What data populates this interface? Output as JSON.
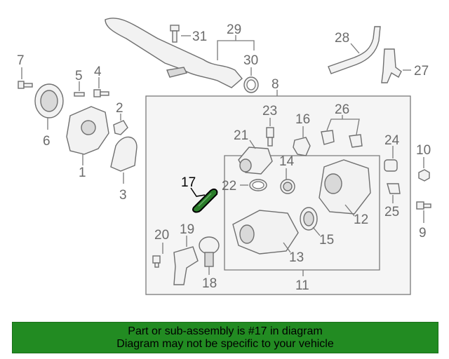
{
  "callouts": {
    "c1": "1",
    "c2": "2",
    "c3": "3",
    "c4": "4",
    "c5": "5",
    "c6": "6",
    "c7": "7",
    "c8": "8",
    "c9": "9",
    "c10": "10",
    "c11": "11",
    "c12": "12",
    "c13": "13",
    "c14": "14",
    "c15": "15",
    "c16": "16",
    "c17": "17",
    "c18": "18",
    "c19": "19",
    "c20": "20",
    "c21": "21",
    "c22": "22",
    "c23": "23",
    "c24": "24",
    "c25": "25",
    "c26": "26",
    "c27": "27",
    "c28": "28",
    "c29": "29",
    "c30": "30",
    "c31": "31"
  },
  "highlight": {
    "part_number": "17",
    "color": "#228b22"
  },
  "banner": {
    "line1": "Part or sub-assembly is #17 in diagram",
    "line2": "Diagram may not be specific to your vehicle",
    "background": "#228b22"
  }
}
